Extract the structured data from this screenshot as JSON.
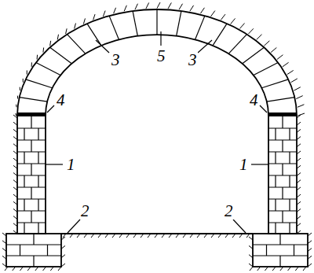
{
  "diagram": {
    "labels": [
      "5",
      "3",
      "3",
      "4",
      "4",
      "1",
      "1",
      "2",
      "2"
    ]
  }
}
